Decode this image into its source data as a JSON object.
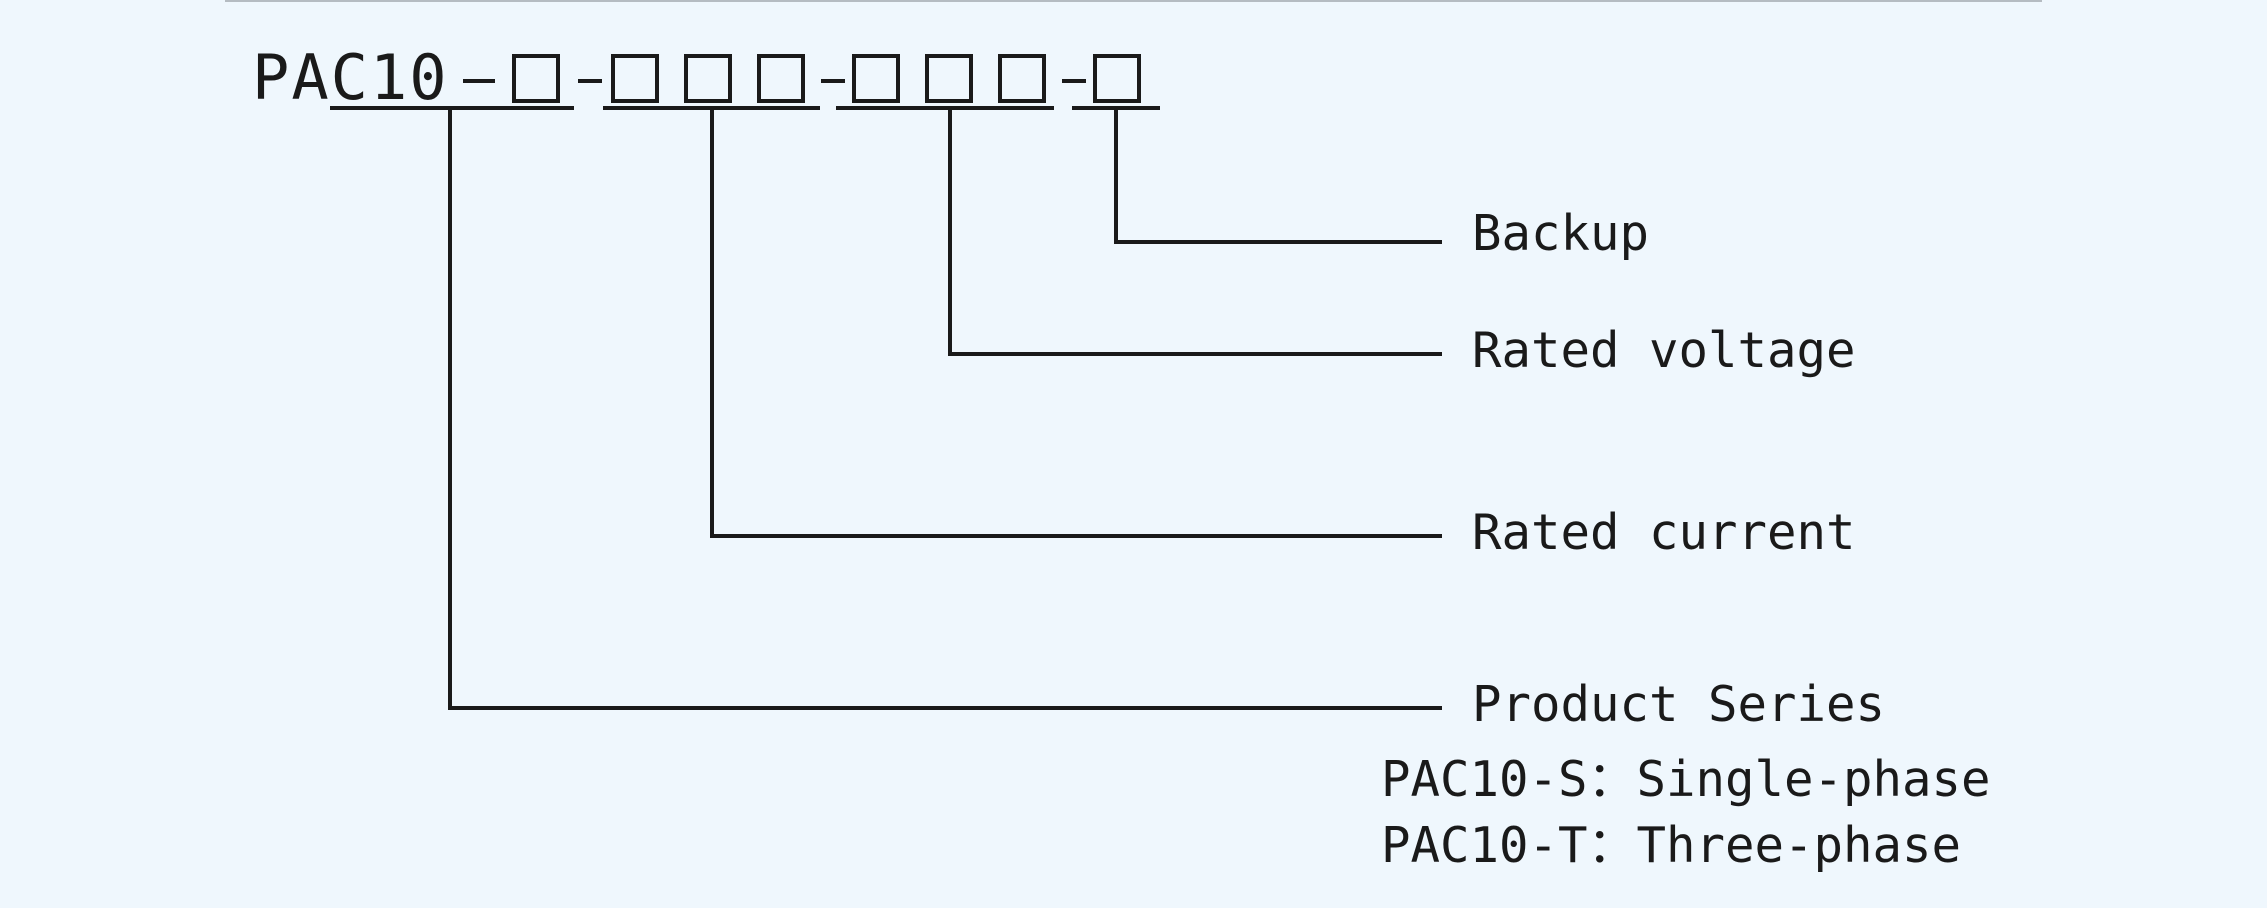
{
  "diagram": {
    "code_prefix": "PAC10",
    "labels": {
      "backup": "Backup",
      "rated_voltage": "Rated voltage",
      "rated_current": "Rated current",
      "product_series": "Product Series",
      "series_single": "PAC10-S：Single-phase",
      "series_three": "PAC10-T：Three-phase"
    }
  }
}
